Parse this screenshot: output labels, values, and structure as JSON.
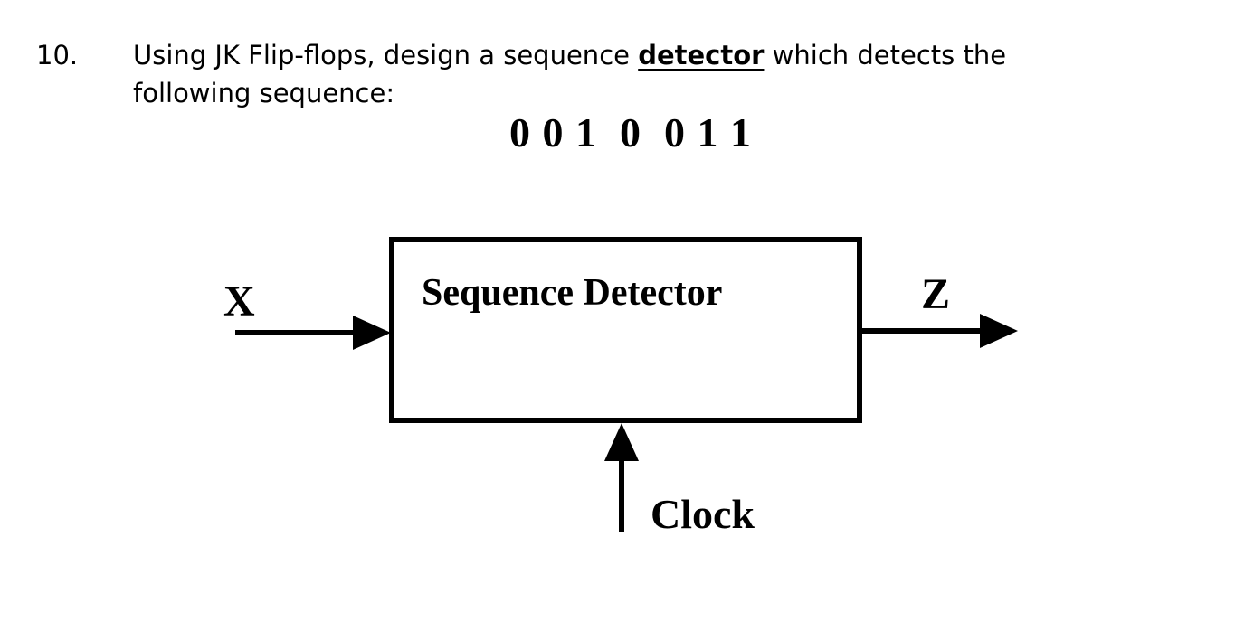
{
  "problem": {
    "number": "10.",
    "statement_part1": "Using JK Flip-flops, design a sequence ",
    "statement_emphasis": "detector",
    "statement_part2": " which detects the",
    "statement_line2": "following sequence:",
    "sequence": "0 0 1  0  0 1 1"
  },
  "diagram": {
    "block_label": "Sequence Detector",
    "input_label": "X",
    "output_label": "Z",
    "clock_label": "Clock"
  },
  "colors": {
    "background": "#ffffff",
    "ink": "#000000"
  }
}
